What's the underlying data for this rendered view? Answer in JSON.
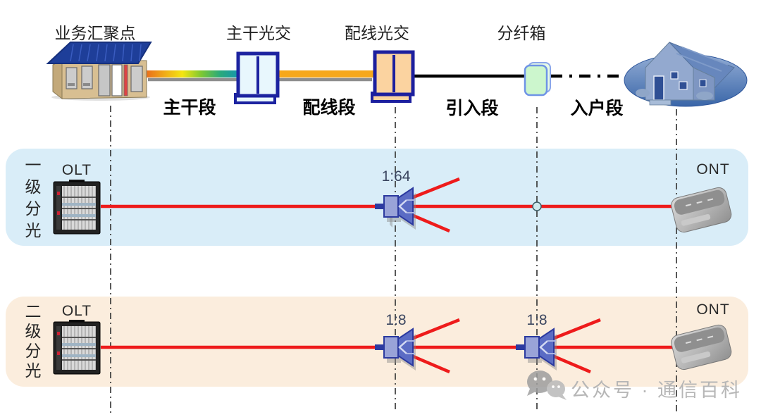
{
  "topology": {
    "nodes": [
      {
        "label": "业务汇聚点",
        "icon": "building-icon"
      },
      {
        "label": "主干光交",
        "icon": "trunk-cabinet-icon"
      },
      {
        "label": "配线光交",
        "icon": "distribution-cabinet-icon"
      },
      {
        "label": "分纤箱",
        "icon": "fiber-box-icon"
      }
    ],
    "house_icon": "house-icon",
    "segments": [
      {
        "label": "主干段"
      },
      {
        "label": "配线段"
      },
      {
        "label": "引入段"
      },
      {
        "label": "入户段"
      }
    ]
  },
  "tiers": [
    {
      "title": "一级分光",
      "olt_label": "OLT",
      "ont_label": "ONT",
      "splitters": [
        {
          "ratio": "1:64"
        }
      ]
    },
    {
      "title": "二级分光",
      "olt_label": "OLT",
      "ont_label": "ONT",
      "splitters": [
        {
          "ratio": "1:8"
        },
        {
          "ratio": "1:8"
        }
      ]
    }
  ],
  "watermark": {
    "icon": "wechat-icon",
    "text": "公众号 · 通信百科"
  },
  "colors": {
    "tier1_band": "#d9edf8",
    "tier2_band": "#fbeddd",
    "fiber_red": "#ee1b1b",
    "trunk_gradient": [
      "#e8641a",
      "#f4e612",
      "#7ec832",
      "#1898a8"
    ],
    "distribution_line": "#f7a81b",
    "cabinet_navy": "#1c23a0",
    "splitter_blue": "#5b6cc4",
    "fiber_box_green": "#ccf6cd",
    "watermark_gray": "#b6b6b6"
  }
}
